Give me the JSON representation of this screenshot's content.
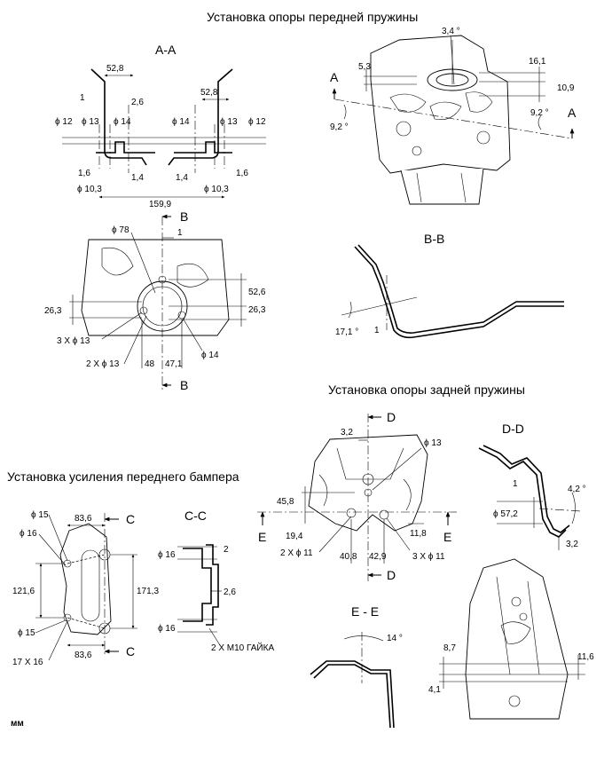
{
  "titles": {
    "front_spring_support": "Установка опоры передней пружины",
    "rear_spring_support": "Установка опоры задней пружины",
    "front_bumper_reinforcement": "Установка усиления переднего бампера"
  },
  "sections": {
    "aa": "A-A",
    "bb": "B-B",
    "cc": "C-C",
    "dd": "D-D",
    "ee": "E - E"
  },
  "section_markers": {
    "a": "A",
    "b": "B",
    "c": "C",
    "d": "D",
    "e": "E"
  },
  "dims_aa": {
    "w_left": "52,8",
    "w_right": "52,8",
    "d1": "1",
    "d2_6": "2,6",
    "dia12_l": "ϕ 12",
    "dia13_l": "ϕ 13",
    "dia14_l": "ϕ 14",
    "dia14_r": "ϕ 14",
    "dia13_r": "ϕ 13",
    "dia12_r": "ϕ 12",
    "d1_6_l": "1,6",
    "d1_4_l": "1,4",
    "d1_4_r": "1,4",
    "d1_6_r": "1,6",
    "dia10_3_l": "ϕ 10,3",
    "dia10_3_r": "ϕ 10,3",
    "total": "159,9"
  },
  "dims_front_top": {
    "angle_top": "3,4 °",
    "d5_3": "5,3",
    "d16_1": "16,1",
    "d10_9": "10,9",
    "angle_left": "9,2 °",
    "angle_right": "9,2 °"
  },
  "dims_front_plate": {
    "dia78": "ϕ 78",
    "d1": "1",
    "d52_6": "52,6",
    "d26_3_l": "26,3",
    "d26_3_r": "26,3",
    "holes13_3": "3 X ϕ 13",
    "holes13_2": "2 X ϕ 13",
    "d48": "48",
    "d47_1": "47,1",
    "dia14": "ϕ 14"
  },
  "dims_bb": {
    "angle": "17,1 °",
    "d1": "1"
  },
  "dims_bumper": {
    "dia15_top": "ϕ 15",
    "dia16_top": "ϕ 16",
    "w83_6_top": "83,6",
    "h121_6": "121,6",
    "h171_3": "171,3",
    "dia15_bot": "ϕ 15",
    "slot": "17 X 16",
    "w83_6_bot": "83,6"
  },
  "dims_cc": {
    "dia16_top": "ϕ 16",
    "d2": "2",
    "d2_6": "2,6",
    "dia16_bot": "ϕ 16",
    "nut": "2 X M10 ГАЙКА"
  },
  "dims_rear": {
    "d3_2": "3,2",
    "dia13": "ϕ 13",
    "d45_8": "45,8",
    "d19_4": "19,4",
    "d11_8": "11,8",
    "holes11_2": "2 X ϕ 11",
    "d40_8": "40,8",
    "d42_9": "42,9",
    "holes11_3": "3 X ϕ 11"
  },
  "dims_dd": {
    "d1": "1",
    "angle": "4,2 °",
    "dia57_2": "ϕ 57,2",
    "d3_2": "3,2"
  },
  "dims_ee": {
    "angle": "14 °"
  },
  "dims_rear_bottom": {
    "d8_7": "8,7",
    "d11_6": "11,6",
    "d4_1": "4,1"
  },
  "unit": "мм"
}
